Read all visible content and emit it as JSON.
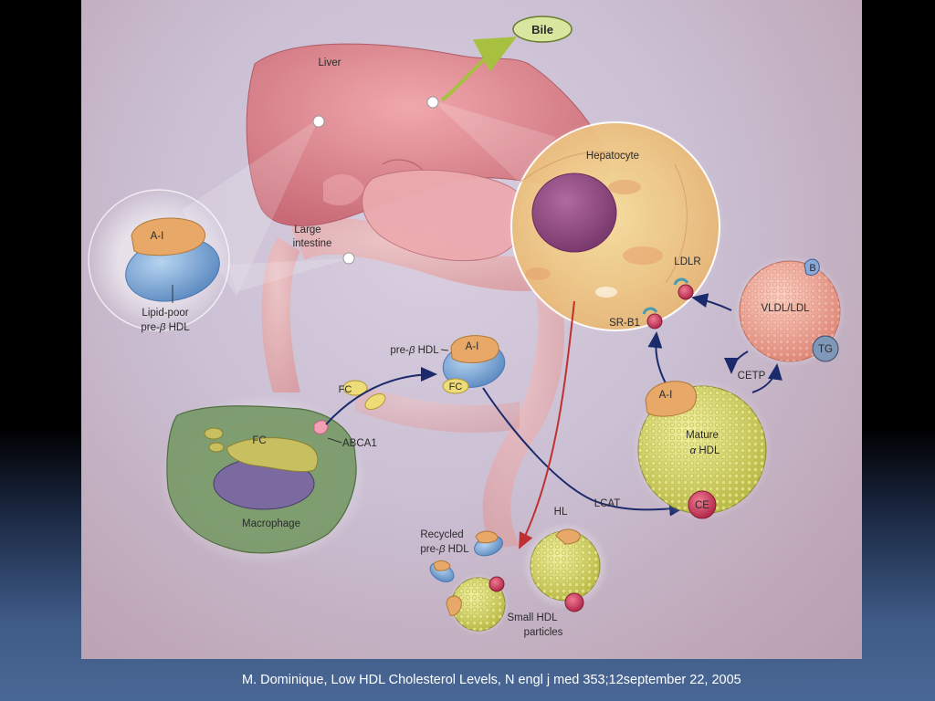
{
  "labels": {
    "bile": "Bile",
    "liver": "Liver",
    "hepatocyte": "Hepatocyte",
    "large_intestine_line1": "Large",
    "large_intestine_line2": "intestine",
    "a1": "A-I",
    "lipid_poor_line1": "Lipid-poor",
    "lipid_poor_line2_prefix": "pre-",
    "lipid_poor_line2_greek": "β",
    "lipid_poor_line2_suffix": " HDL",
    "pre_beta_hdl_prefix": "pre-",
    "pre_beta_hdl_greek": "β",
    "pre_beta_hdl_suffix": " HDL",
    "fc": "FC",
    "abca1": "ABCA1",
    "macrophage": "Macrophage",
    "ldlr": "LDLR",
    "srb1": "SR-B1",
    "b": "B",
    "vldl_ldl": "VLDL/LDL",
    "tg": "TG",
    "cetp": "CETP",
    "mature_line1": "Mature",
    "mature_line2_greek": "α",
    "mature_line2_suffix": " HDL",
    "ce": "CE",
    "lcat": "LCAT",
    "hl": "HL",
    "recycled_line1": "Recycled",
    "recycled_line2_prefix": "pre-",
    "recycled_line2_greek": "β",
    "recycled_line2_suffix": " HDL",
    "small_hdl_line1": "Small HDL",
    "small_hdl_line2": "particles"
  },
  "caption": "M. Dominique, Low HDL Cholesterol Levels, N engl j med 353;12september 22, 2005",
  "colors": {
    "liver": "#d9828a",
    "intestine": "#e0a8a8",
    "apoA1": "#e8a868",
    "hdl_lipid_poor": "#7aa8d8",
    "mature_hdl": "#d8d868",
    "vldl": "#f0a898",
    "macrophage": "#7a9a6a",
    "hepatocyte": "#f0d08c",
    "arrow_blue": "#1a2a6a",
    "arrow_red": "#c03030"
  }
}
